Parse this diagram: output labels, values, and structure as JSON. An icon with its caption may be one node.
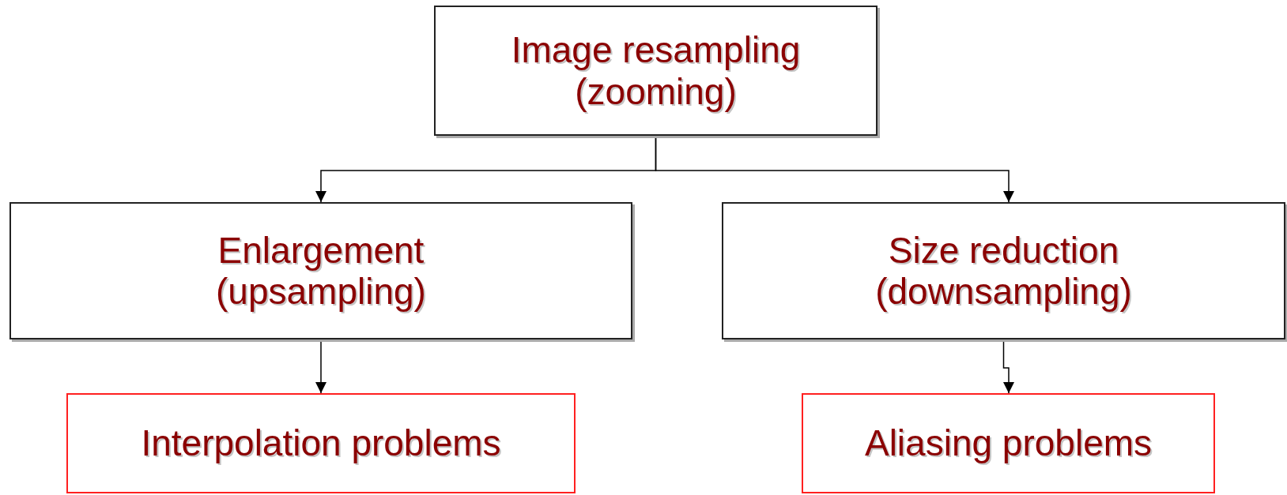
{
  "diagram": {
    "nodes": [
      {
        "text": [
          "Image resampling",
          "(zooming)"
        ]
      },
      {
        "text": [
          "Enlargement",
          "(upsampling)"
        ]
      },
      {
        "text": [
          "Size reduction",
          "(downsampling)"
        ]
      },
      {
        "text": [
          "Interpolation problems"
        ]
      },
      {
        "text": [
          "Aliasing problems"
        ]
      }
    ],
    "edges": [
      {
        "from": 0,
        "to": 1,
        "arrow": "to"
      },
      {
        "from": 0,
        "to": 2,
        "arrow": "to"
      },
      {
        "from": 1,
        "to": 3,
        "arrow": "to"
      },
      {
        "from": 2,
        "to": 4,
        "arrow": "to"
      }
    ]
  }
}
